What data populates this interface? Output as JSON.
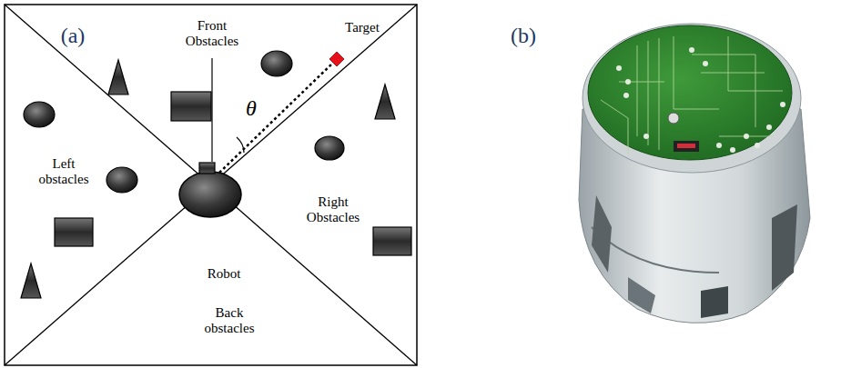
{
  "diagram": {
    "labels": [
      "(a)",
      "Front Obstacles",
      "Target",
      "θ",
      "Left obstacles",
      "Right Obstacles",
      "Robot",
      "Back obstacles",
      "(b)"
    ]
  }
}
